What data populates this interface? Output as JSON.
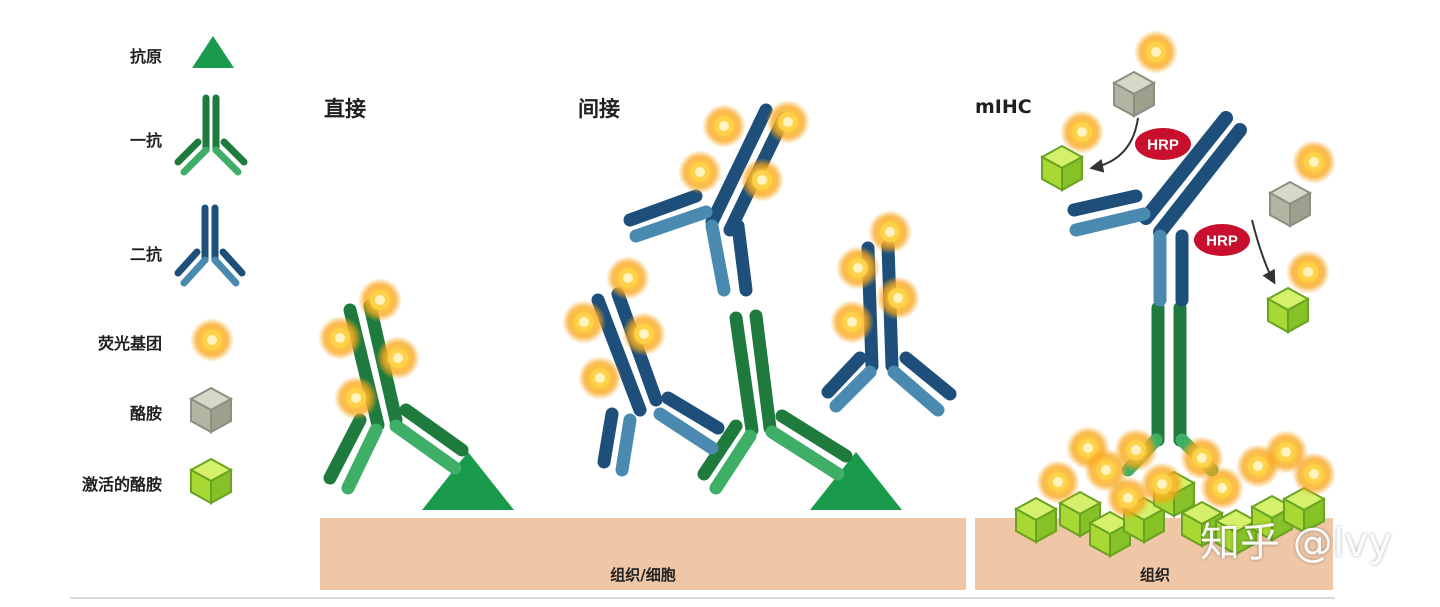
{
  "legend": {
    "antigen": "抗原",
    "primary_antibody": "一抗",
    "secondary_antibody": "二抗",
    "fluorophore": "荧光基团",
    "tyramide": "酪胺",
    "activated_tyramide": "激活的酪胺"
  },
  "sections": {
    "direct": "直接",
    "indirect": "间接",
    "mihc": "mIHC"
  },
  "enzyme_label": "HRP",
  "base_labels": {
    "left": "组织/细胞",
    "right": "组织"
  },
  "watermark": "知乎 @Ivy",
  "colors": {
    "antigen_green": "#1a9a4c",
    "primary_green": "#1f7a3e",
    "secondary_blue": "#1d4f7a",
    "fluorophore_orange": "#f7b21c",
    "tyramide_grey": "#b9bba9",
    "activated_tyramide": "#9ad22b",
    "hrp_red": "#c8102e",
    "tissue": "#efc6a6"
  }
}
